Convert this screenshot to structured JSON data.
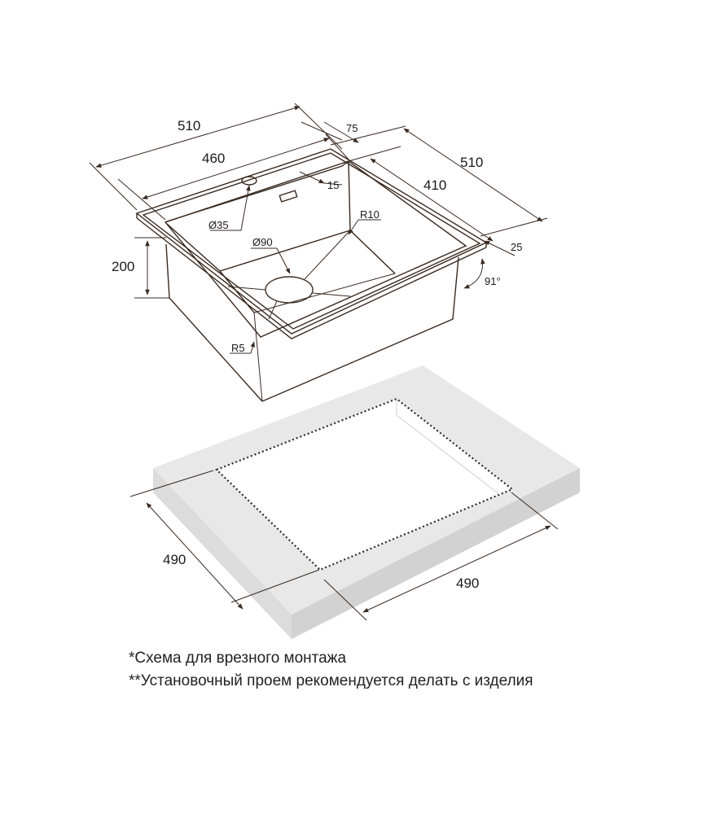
{
  "colors": {
    "sink_outline": "#3a2a20",
    "dimension_line": "#3a2a20",
    "countertop_fill": "#e6e6e6",
    "countertop_side": "#d9d9d9",
    "cutout_line": "#2a2a2a",
    "text": "#1a1a1a"
  },
  "sink": {
    "dimensions": {
      "overall_width": "510",
      "overall_depth": "510",
      "bowl_width": "460",
      "bowl_depth": "410",
      "rim_back": "75",
      "rim_side": "25",
      "rim_offset": "15",
      "height": "200",
      "tap_hole": "Ø35",
      "drain": "Ø90",
      "corner_radius_inner": "R10",
      "corner_radius_outer": "R5",
      "wall_angle": "91°"
    }
  },
  "countertop": {
    "cutout_width": "490",
    "cutout_depth": "490"
  },
  "notes": {
    "line1": "*Схема для врезного монтажа",
    "line2": "**Установочный проем рекомендуется делать с изделия"
  }
}
